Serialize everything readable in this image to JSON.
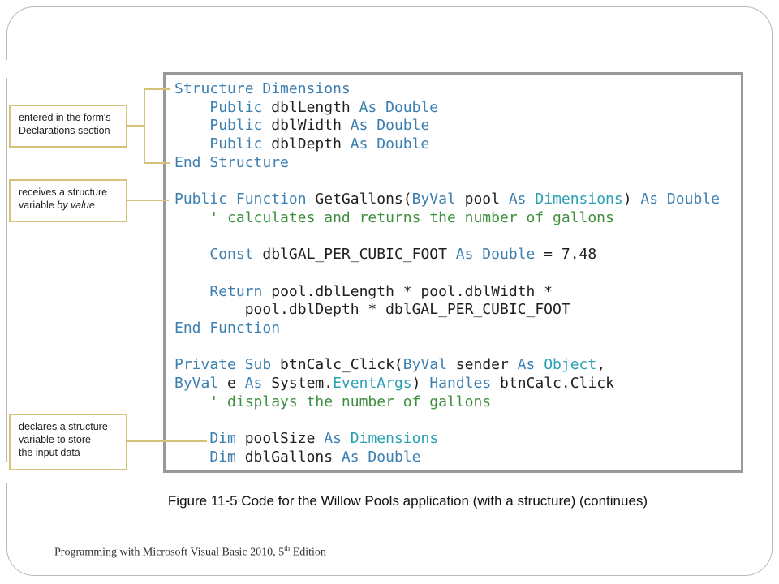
{
  "code_lines": [
    [
      {
        "t": "Structure Dimensions",
        "c": "kw"
      }
    ],
    [
      {
        "t": "    "
      },
      {
        "t": "Public",
        "c": "kw"
      },
      {
        "t": " dblLength "
      },
      {
        "t": "As Double",
        "c": "kw"
      }
    ],
    [
      {
        "t": "    "
      },
      {
        "t": "Public",
        "c": "kw"
      },
      {
        "t": " dblWidth "
      },
      {
        "t": "As Double",
        "c": "kw"
      }
    ],
    [
      {
        "t": "    "
      },
      {
        "t": "Public",
        "c": "kw"
      },
      {
        "t": " dblDepth "
      },
      {
        "t": "As Double",
        "c": "kw"
      }
    ],
    [
      {
        "t": "End Structure",
        "c": "kw"
      }
    ],
    [],
    [
      {
        "t": "Public Function",
        "c": "kw"
      },
      {
        "t": " GetGallons("
      },
      {
        "t": "ByVal",
        "c": "kw"
      },
      {
        "t": " pool "
      },
      {
        "t": "As",
        "c": "kw"
      },
      {
        "t": " "
      },
      {
        "t": "Dimensions",
        "c": "ty"
      },
      {
        "t": ") "
      },
      {
        "t": "As Double",
        "c": "kw"
      }
    ],
    [
      {
        "t": "    "
      },
      {
        "t": "' calculates and returns the number of gallons",
        "c": "cm"
      }
    ],
    [],
    [
      {
        "t": "    "
      },
      {
        "t": "Const",
        "c": "kw"
      },
      {
        "t": " dblGAL_PER_CUBIC_FOOT "
      },
      {
        "t": "As Double",
        "c": "kw"
      },
      {
        "t": " = 7.48"
      }
    ],
    [],
    [
      {
        "t": "    "
      },
      {
        "t": "Return",
        "c": "kw"
      },
      {
        "t": " pool.dblLength * pool.dblWidth *"
      }
    ],
    [
      {
        "t": "        pool.dblDepth * dblGAL_PER_CUBIC_FOOT"
      }
    ],
    [
      {
        "t": "End Function",
        "c": "kw"
      }
    ],
    [],
    [
      {
        "t": "Private Sub",
        "c": "kw"
      },
      {
        "t": " btnCalc_Click("
      },
      {
        "t": "ByVal",
        "c": "kw"
      },
      {
        "t": " sender "
      },
      {
        "t": "As",
        "c": "kw"
      },
      {
        "t": " "
      },
      {
        "t": "Object",
        "c": "ty"
      },
      {
        "t": ","
      }
    ],
    [
      {
        "t": "ByVal",
        "c": "kw"
      },
      {
        "t": " e "
      },
      {
        "t": "As",
        "c": "kw"
      },
      {
        "t": " System."
      },
      {
        "t": "EventArgs",
        "c": "ty"
      },
      {
        "t": ") "
      },
      {
        "t": "Handles",
        "c": "kw"
      },
      {
        "t": " btnCalc.Click"
      }
    ],
    [
      {
        "t": "    "
      },
      {
        "t": "' displays the number of gallons",
        "c": "cm"
      }
    ],
    [],
    [
      {
        "t": "    "
      },
      {
        "t": "Dim",
        "c": "kw"
      },
      {
        "t": " poolSize "
      },
      {
        "t": "As",
        "c": "kw"
      },
      {
        "t": " "
      },
      {
        "t": "Dimensions",
        "c": "ty"
      }
    ],
    [
      {
        "t": "    "
      },
      {
        "t": "Dim",
        "c": "kw"
      },
      {
        "t": " dblGallons "
      },
      {
        "t": "As Double",
        "c": "kw"
      }
    ]
  ],
  "callouts": {
    "declarations": {
      "line1": "entered in the form's",
      "line2": "Declarations section"
    },
    "by_value": {
      "line1": "receives a structure",
      "line2_prefix": "variable ",
      "line2_emph": "by value"
    },
    "declares": {
      "line1": "declares a structure",
      "line2": "variable to store",
      "line3": "the input data"
    }
  },
  "caption": "Figure 11-5 Code for the Willow Pools application (with a structure) (continues)",
  "footer": {
    "text_before": "Programming with Microsoft Visual Basic 2010, 5",
    "sup": "th",
    "text_after": " Edition"
  },
  "colors": {
    "keyword": "#3c7fb1",
    "type": "#2aa1b3",
    "comment": "#3f8f3f",
    "callout_border": "#d6c27a",
    "code_border": "#999999"
  }
}
